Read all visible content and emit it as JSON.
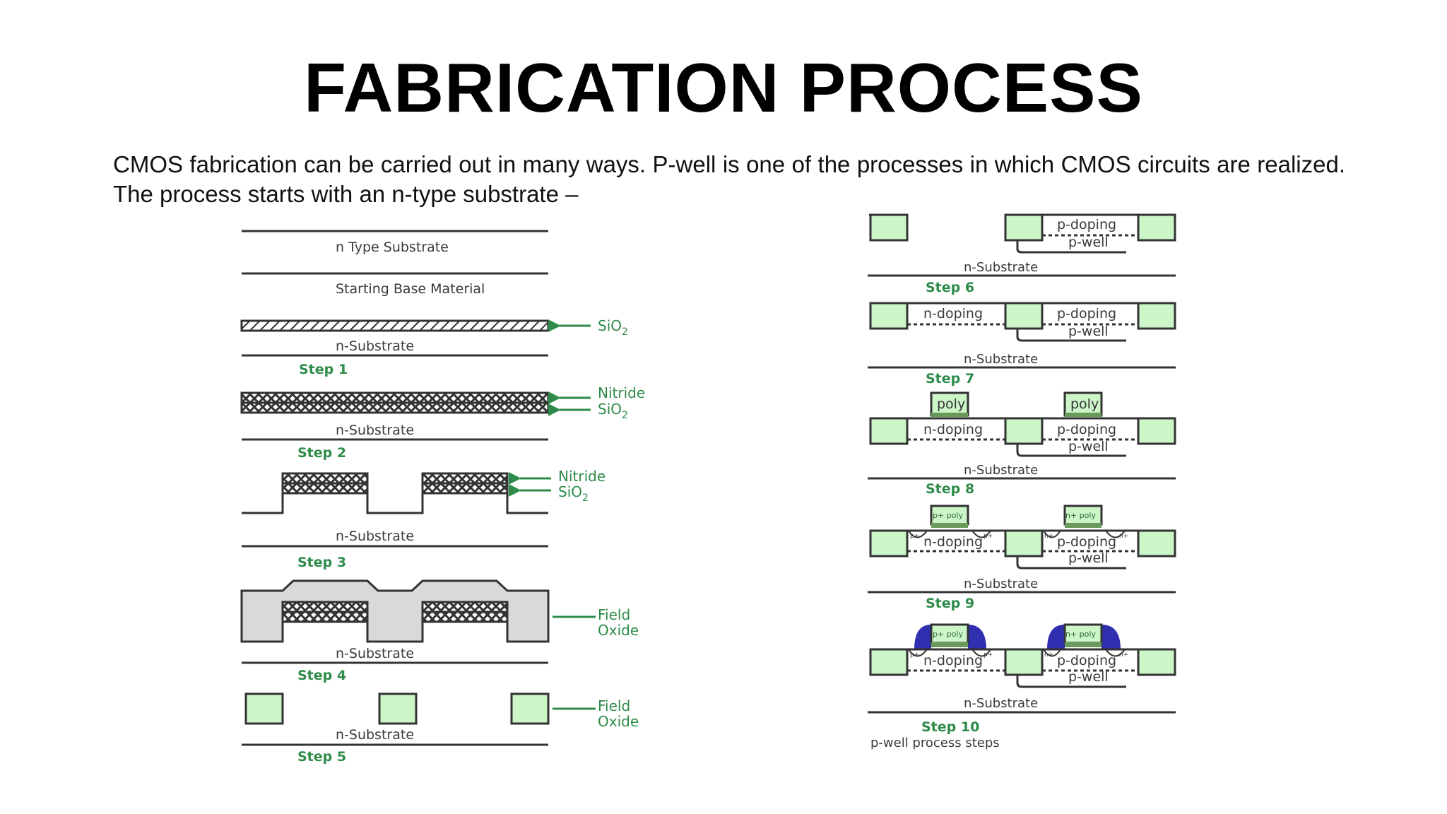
{
  "title": "FABRICATION PROCESS",
  "intro": "CMOS fabrication can be carried out in many ways. P-well is one of the processes in which CMOS circuits are realized. The process starts with an n-type substrate –",
  "left": {
    "n_type_substrate": "n Type Substrate",
    "starting_base_material": "Starting Base Material",
    "n_substrate": "n-Substrate",
    "sio2": "SiO",
    "sio2_sub": "2",
    "nitride": "Nitride",
    "field": "Field",
    "oxide": "Oxide",
    "step1": "Step 1",
    "step2": "Step 2",
    "step3": "Step 3",
    "step4": "Step 4",
    "step5": "Step 5"
  },
  "right": {
    "n_substrate": "n-Substrate",
    "p_doping": "p-doping",
    "n_doping": "n-doping",
    "p_well": "p-well",
    "poly": "poly",
    "p_plus_poly": "p+ poly",
    "n_plus_poly": "n+ poly",
    "p_plus": "p+",
    "n_plus": "n+",
    "step6": "Step 6",
    "step7": "Step 7",
    "step8": "Step 8",
    "step9": "Step 9",
    "step10": "Step 10",
    "caption": "p-well process steps"
  },
  "colors": {
    "field_oxide_fill": "#ccf5c8",
    "green_text": "#2e8b4a",
    "field_oxide_gray": "#d9d9d9",
    "spacer_blue": "#2f2fb0",
    "gate_oxide": "#6a9a5a"
  }
}
